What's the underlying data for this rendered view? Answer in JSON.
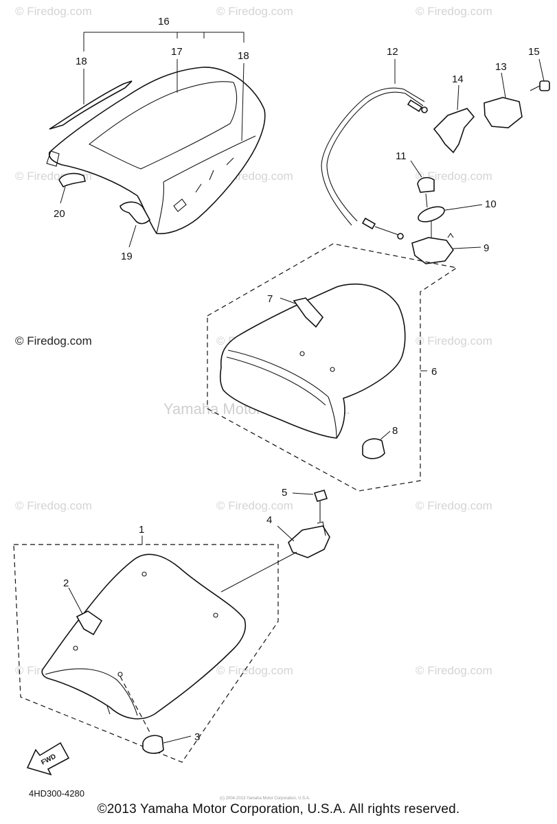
{
  "watermark": {
    "text": "© Firedog.com",
    "center_text": "Yamaha Motor Corp. U.S.A.",
    "color": "#d4d4d4"
  },
  "callouts": [
    "1",
    "2",
    "3",
    "4",
    "5",
    "6",
    "7",
    "8",
    "9",
    "10",
    "11",
    "12",
    "13",
    "14",
    "15",
    "16",
    "17",
    "18",
    "18",
    "19",
    "20"
  ],
  "fwd_label": "FWD",
  "diagram_code": "4HD300-4280",
  "tiny_note": "(c) 2004-2013 Yamaha Motor Corporation, U.S.A.",
  "copyright": "©2013 Yamaha Motor Corporation, U.S.A. All rights reserved."
}
